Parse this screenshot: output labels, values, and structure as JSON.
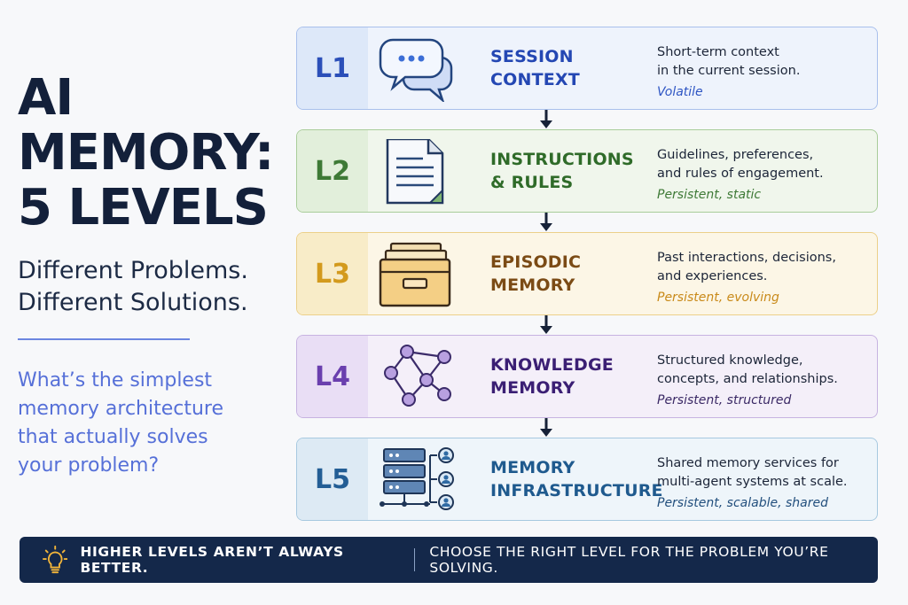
{
  "title_line1": "AI MEMORY:",
  "title_line2": "5 LEVELS",
  "subtitle_line1": "Different Problems.",
  "subtitle_line2": "Different Solutions.",
  "question": [
    "What’s the simplest",
    "memory architecture",
    "that actually solves",
    "your problem?"
  ],
  "levels": [
    {
      "code": "L1",
      "name_line1": "SESSION",
      "name_line2": "CONTEXT",
      "desc_line1": "Short-term context",
      "desc_line2": "in the current session.",
      "tag": "Volatile",
      "icon": "chat-bubbles-icon"
    },
    {
      "code": "L2",
      "name_line1": "INSTRUCTIONS",
      "name_line2": "& RULES",
      "desc_line1": "Guidelines, preferences,",
      "desc_line2": "and rules of engagement.",
      "tag": "Persistent, static",
      "icon": "document-icon"
    },
    {
      "code": "L3",
      "name_line1": "EPISODIC",
      "name_line2": "MEMORY",
      "desc_line1": "Past interactions, decisions,",
      "desc_line2": "and experiences.",
      "tag": "Persistent, evolving",
      "icon": "file-drawer-icon"
    },
    {
      "code": "L4",
      "name_line1": "KNOWLEDGE",
      "name_line2": "MEMORY",
      "desc_line1": "Structured knowledge,",
      "desc_line2": "concepts, and relationships.",
      "tag": "Persistent, structured",
      "icon": "knowledge-graph-icon"
    },
    {
      "code": "L5",
      "name_line1": "MEMORY",
      "name_line2": "INFRASTRUCTURE",
      "desc_line1": "Shared memory services for",
      "desc_line2": "multi-agent systems at scale.",
      "tag": "Persistent, scalable, shared",
      "icon": "server-users-icon"
    }
  ],
  "banner": {
    "left": "HIGHER LEVELS AREN’T ALWAYS BETTER.",
    "right": "CHOOSE THE RIGHT LEVEL FOR THE PROBLEM YOU’RE SOLVING.",
    "icon": "lightbulb-icon"
  }
}
